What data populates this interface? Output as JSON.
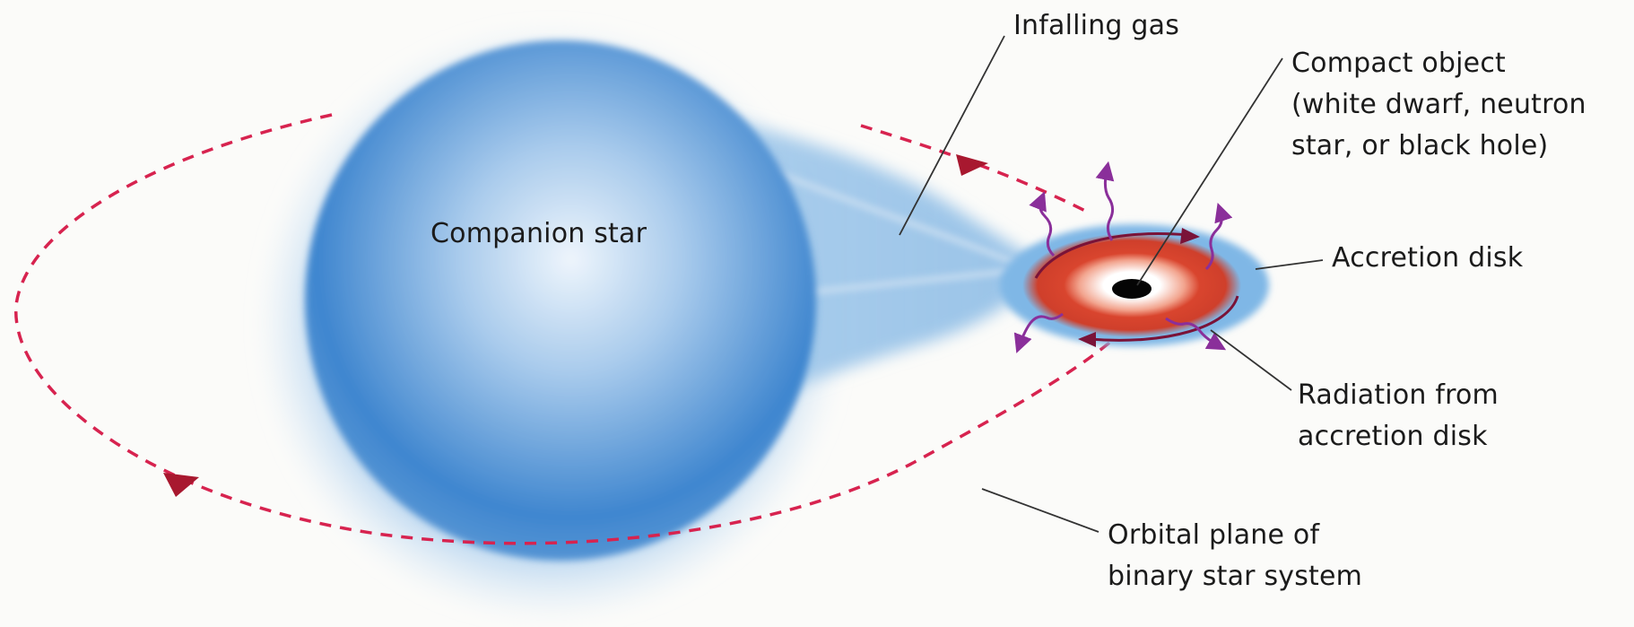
{
  "colors": {
    "background": "#fbfbf9",
    "companion_star": "#3f86cf",
    "companion_star_highlight": "#e9f2fb",
    "gas_stream": "#9fc6e8",
    "accretion_disk_outer": "#7fb7e6",
    "accretion_disk_hot": "#d9452e",
    "accretion_disk_core": "#ffffff",
    "compact_object": "#000000",
    "orbit": "#d7234f",
    "disk_flow_arrows": "#7a1338",
    "radiation": "#8a2f9a",
    "leader_lines": "#333333"
  },
  "labels": {
    "companion_star": "Companion star",
    "infalling_gas": "Infalling gas",
    "compact_object": [
      "Compact object",
      "(white dwarf, neutron",
      "star, or black hole)"
    ],
    "accretion_disk": "Accretion disk",
    "radiation": [
      "Radiation from",
      "accretion disk"
    ],
    "orbital_plane": [
      "Orbital plane of",
      "binary star system"
    ]
  }
}
